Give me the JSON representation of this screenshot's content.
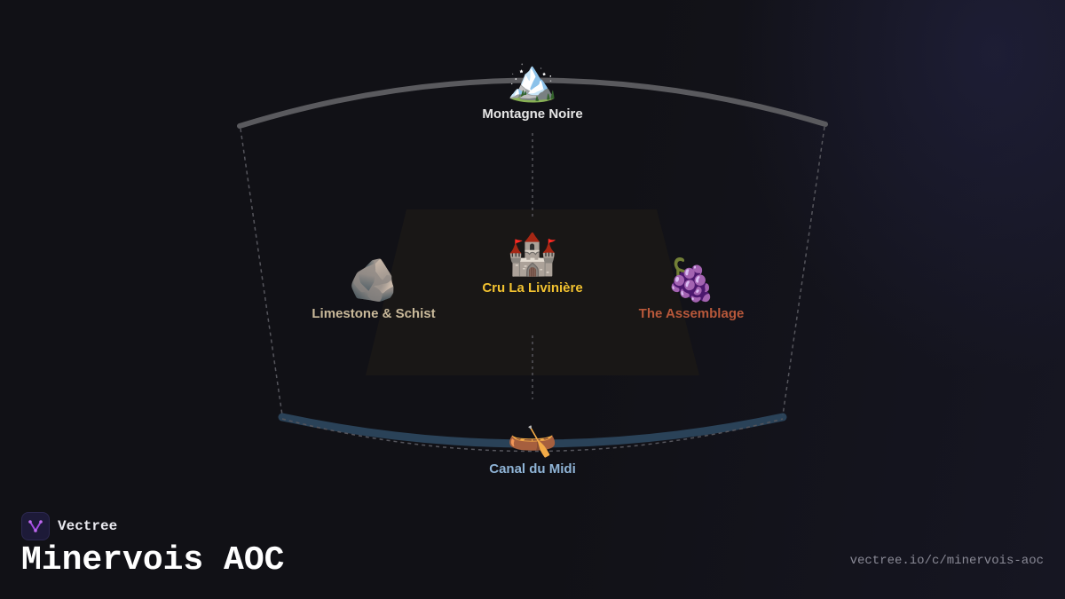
{
  "brand": {
    "name": "Vectree"
  },
  "title": "Minervois AOC",
  "url": "vectree.io/c/minervois-aoc",
  "nodes": {
    "top": {
      "icon": "mountain-icon",
      "emoji": "🏔️",
      "label": "Montagne Noire",
      "color": "#e6e6e6"
    },
    "center": {
      "icon": "castle-icon",
      "emoji": "🏰",
      "label": "Cru La Livinière",
      "color": "#f2c230"
    },
    "left": {
      "icon": "rock-icon",
      "emoji": "🪨",
      "label": "Limestone & Schist",
      "color": "#c9b99a"
    },
    "right": {
      "icon": "grapes-icon",
      "emoji": "🍇",
      "label": "The Assemblage",
      "color": "#b8583a"
    },
    "bottom": {
      "icon": "canoe-icon",
      "emoji": "🛶",
      "label": "Canal du Midi",
      "color": "#8fb4d6"
    }
  },
  "colors": {
    "background": "#111116",
    "top_arc": "#5a5a5e",
    "bottom_arc": "#2a4258",
    "center_panel": "#1a1816"
  }
}
